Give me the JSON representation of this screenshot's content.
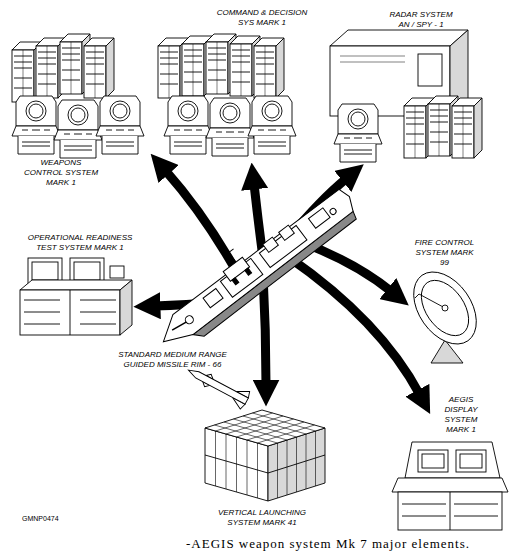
{
  "diagram": {
    "caption": "-AEGIS weapon system Mk 7 major elements.",
    "labels": [
      "COMMAND & DECISION SYS MARK 1",
      "RADAR SYSTEM AN / SPY - 1",
      "WEAPONS CONTROL SYSTEM MARK 1",
      "OPERATIONAL READINESS TEST SYSTEM MARK 1",
      "FIRE CONTROL SYSTEM MARK 99",
      "STANDARD MEDIUM RANGE GUIDED MISSILE RIM - 66",
      "VERTICAL LAUNCHING SYSTEM MARK 41",
      "AEGIS DISPLAY SYSTEM MARK 1",
      "GMNP0474"
    ]
  }
}
